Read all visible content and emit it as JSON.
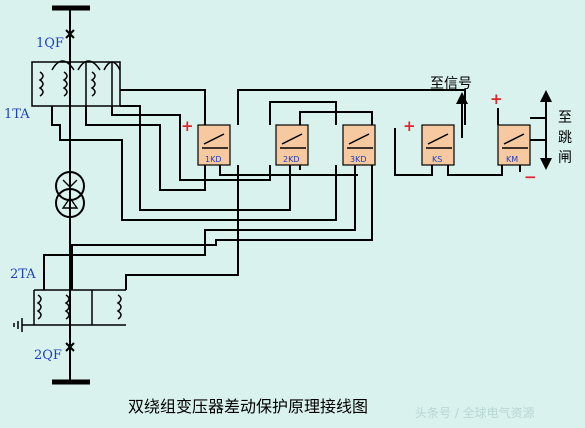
{
  "labels": {
    "qf1": "1QF",
    "ta1": "1TA",
    "ta2": "2TA",
    "qf2": "2QF",
    "to_signal": "至信号",
    "to_trip_1": "至",
    "to_trip_2": "跳",
    "to_trip_3": "闸",
    "plus": "+",
    "minus": "−",
    "caption": "双绕组变压器差动保护原理接线图",
    "watermark": "头条号 / 全球电气资源"
  },
  "relays": {
    "kd1": "1KD",
    "kd2": "2KD",
    "kd3": "3KD",
    "ks": "KS",
    "km": "KM"
  },
  "colors": {
    "background": "#d9f2ee",
    "wire": "#000000",
    "label_blue": "#1d3fc4",
    "polarity_red": "#e2242b",
    "relay_fill": "#f6c9a0"
  }
}
